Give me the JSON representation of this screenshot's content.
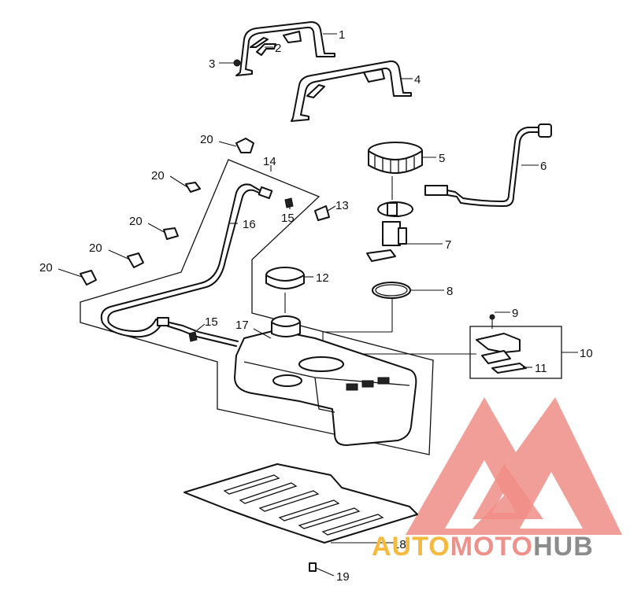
{
  "callouts": {
    "c1": "1",
    "c2": "2",
    "c3": "3",
    "c4": "4",
    "c5": "5",
    "c6": "6",
    "c7": "7",
    "c8": "8",
    "c9": "9",
    "c10": "10",
    "c11": "11",
    "c12": "12",
    "c13": "13",
    "c14": "14",
    "c15a": "15",
    "c15b": "15",
    "c16": "16",
    "c17": "17",
    "c18": "18",
    "c19": "19",
    "c20a": "20",
    "c20b": "20",
    "c20c": "20",
    "c20d": "20",
    "c20e": "20"
  },
  "watermark": {
    "auto": "AUTO",
    "moto": "MOTO",
    "hub": "HUB",
    "colors": {
      "auto": "#f5b93c",
      "moto": "#f0908a",
      "hub": "#8c8c8c",
      "logo": "#f08d86"
    }
  }
}
